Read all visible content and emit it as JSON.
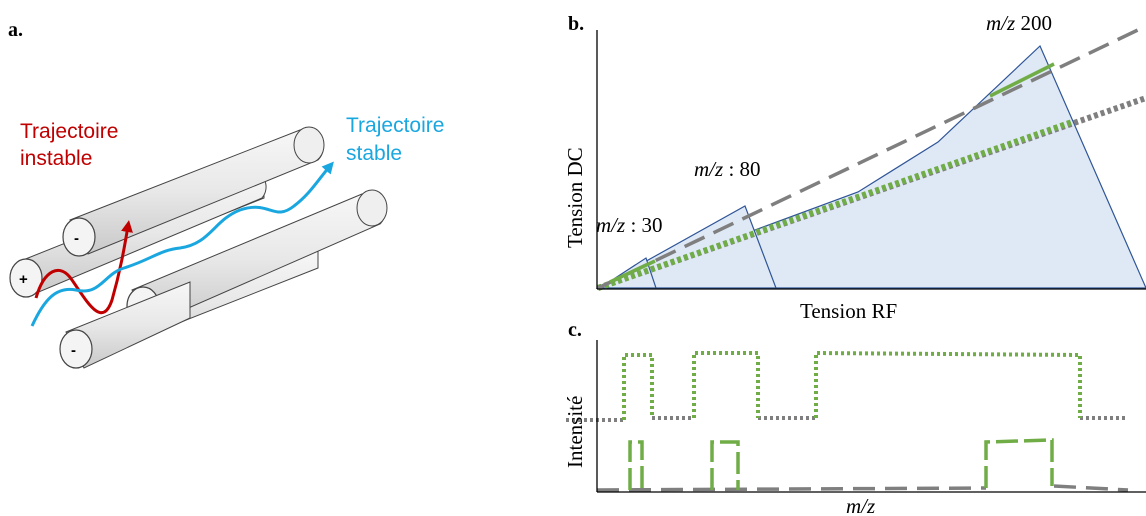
{
  "panel_a": {
    "letter": "a.",
    "unstable_label": [
      "Trajectoire",
      "instable"
    ],
    "stable_label": [
      "Trajectoire",
      "stable"
    ],
    "rod_signs": [
      "+",
      "-",
      "+",
      "-"
    ],
    "unstable_color": "#c00000",
    "stable_color": "#1aa7e0"
  },
  "panel_b": {
    "letter": "b.",
    "xlabel": "Tension RF",
    "ylabel": "Tension DC",
    "peak_labels": {
      "p30": {
        "italic": "m/z",
        "rest": " : 30"
      },
      "p80": {
        "italic": "m/z",
        "rest": " : 80"
      },
      "p200": {
        "italic": "m/z",
        "rest": " 200"
      }
    },
    "line_colors": {
      "dashed_gray": "#7f7f7f",
      "green": "#70ad47",
      "dotted_gray": "#7f7f7f"
    },
    "region_fill": "#dfe9f5",
    "region_stroke": "#2f5597"
  },
  "panel_c": {
    "letter": "c.",
    "xlabel": "m/z",
    "ylabel": "Intensité"
  }
}
